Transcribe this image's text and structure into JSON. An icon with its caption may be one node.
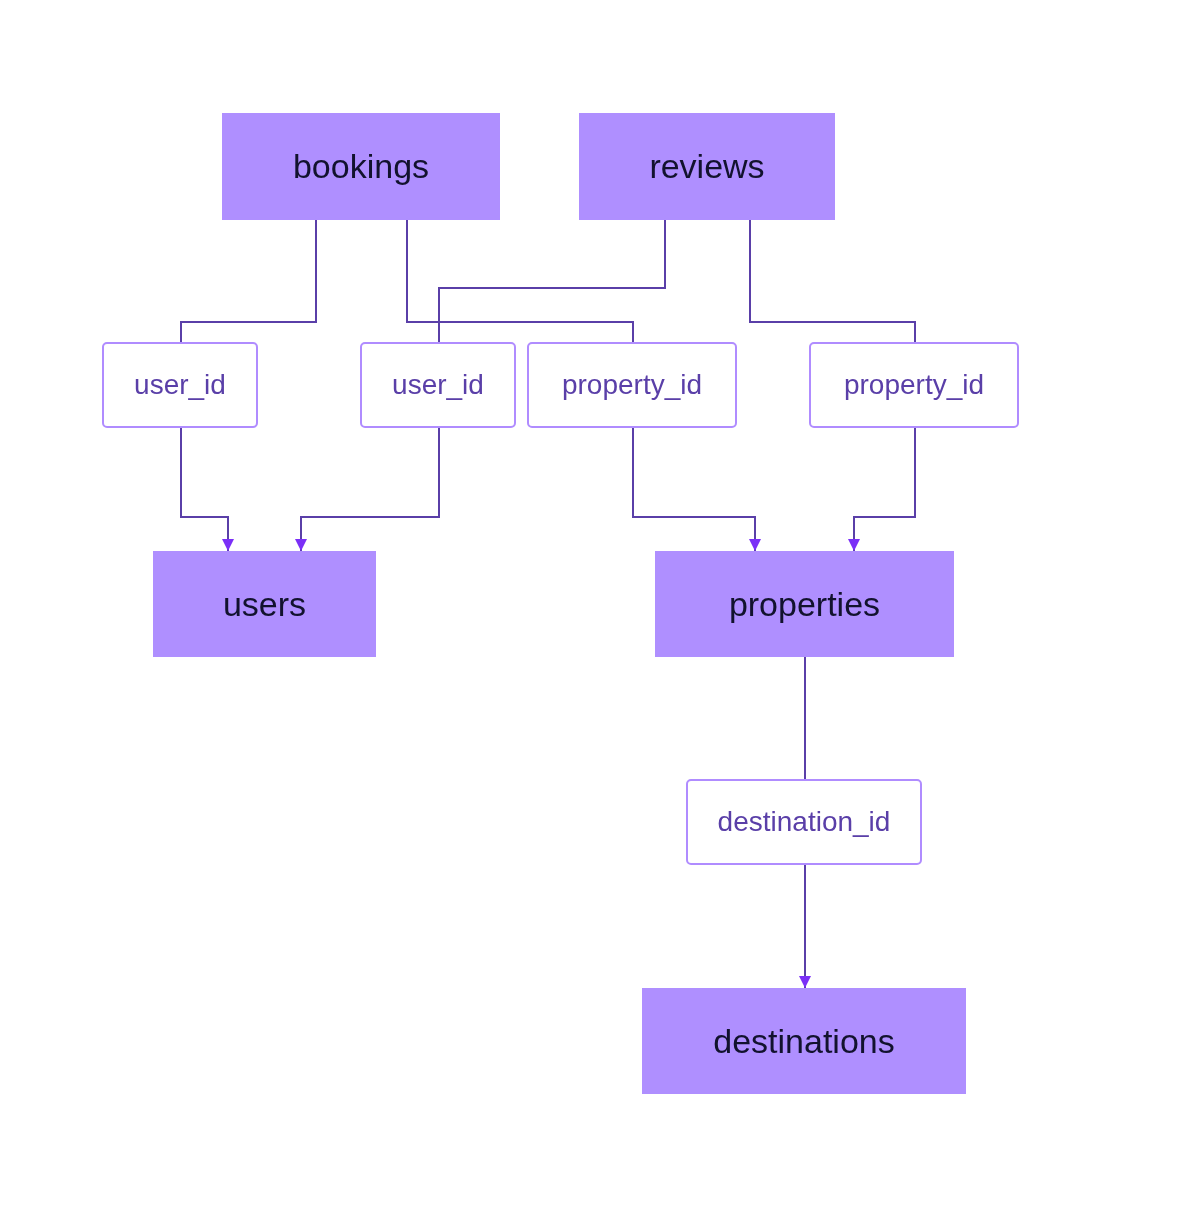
{
  "diagram": {
    "nodes": [
      {
        "text": [
          "bookings"
        ]
      },
      {
        "text": [
          "reviews"
        ]
      },
      {
        "text": [
          "user_id"
        ]
      },
      {
        "text": [
          "user_id"
        ]
      },
      {
        "text": [
          "property_id"
        ]
      },
      {
        "text": [
          "property_id"
        ]
      },
      {
        "text": [
          "users"
        ]
      },
      {
        "text": [
          "properties"
        ]
      },
      {
        "text": [
          "destination_id"
        ]
      },
      {
        "text": [
          "destinations"
        ]
      }
    ],
    "edges": [
      {
        "from": 0,
        "to": 2,
        "arrow": "none"
      },
      {
        "from": 0,
        "to": 4,
        "arrow": "none"
      },
      {
        "from": 1,
        "to": 3,
        "arrow": "none"
      },
      {
        "from": 1,
        "to": 5,
        "arrow": "none"
      },
      {
        "from": 2,
        "to": 6,
        "arrow": "to"
      },
      {
        "from": 3,
        "to": 6,
        "arrow": "to"
      },
      {
        "from": 4,
        "to": 7,
        "arrow": "to"
      },
      {
        "from": 5,
        "to": 7,
        "arrow": "to"
      },
      {
        "from": 7,
        "to": 8,
        "arrow": "none"
      },
      {
        "from": 8,
        "to": 9,
        "arrow": "to"
      }
    ]
  }
}
